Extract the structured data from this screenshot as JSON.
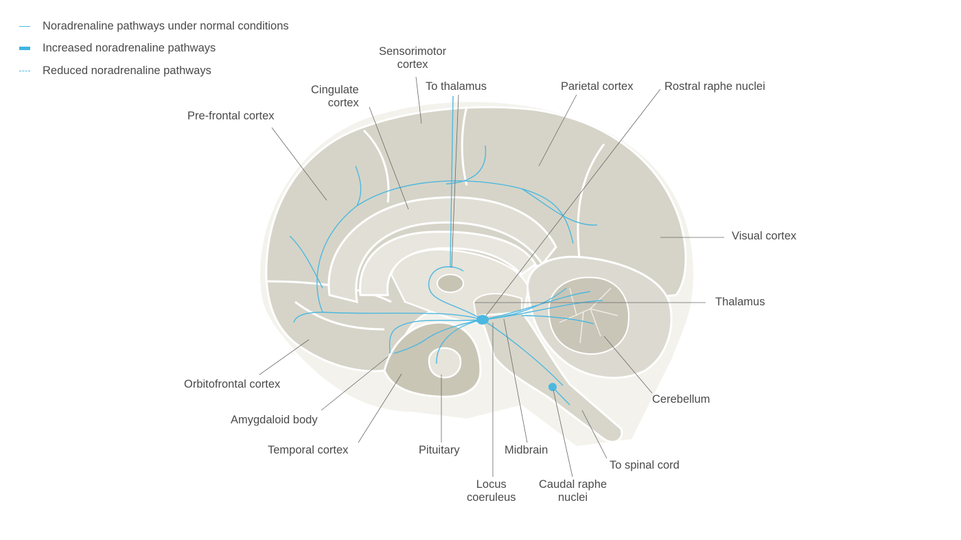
{
  "legend": [
    {
      "icon": "thin-line-icon",
      "label": "Noradrenaline pathways under normal conditions"
    },
    {
      "icon": "thick-line-icon",
      "label": "Increased noradrenaline pathways"
    },
    {
      "icon": "dashed-line-icon",
      "label": "Reduced noradrenaline pathways"
    }
  ],
  "labels": {
    "sensorimotor": [
      "Sensorimotor",
      "cortex"
    ],
    "to_thalamus": "To thalamus",
    "parietal": "Parietal cortex",
    "rostral_raphe": "Rostral raphe nuclei",
    "cingulate": [
      "Cingulate",
      "cortex"
    ],
    "prefrontal": "Pre-frontal cortex",
    "visual": "Visual cortex",
    "thalamus": "Thalamus",
    "cerebellum": "Cerebellum",
    "orbitofrontal": "Orbitofrontal cortex",
    "amygdaloid": "Amygdaloid body",
    "temporal": "Temporal cortex",
    "pituitary": "Pituitary",
    "midbrain": "Midbrain",
    "to_spinal": "To spinal cord",
    "locus": [
      "Locus",
      "coeruleus"
    ],
    "caudal_raphe": [
      "Caudal raphe",
      "nuclei"
    ]
  },
  "colors": {
    "pathway": "#4bb8e0",
    "brain_outer": "#d6d4c8",
    "brain_inner": "#e4e2d9",
    "brain_dark": "#c5c2b3",
    "outline": "#ffffff",
    "leader": "#666666",
    "text": "#4a4a4a"
  }
}
